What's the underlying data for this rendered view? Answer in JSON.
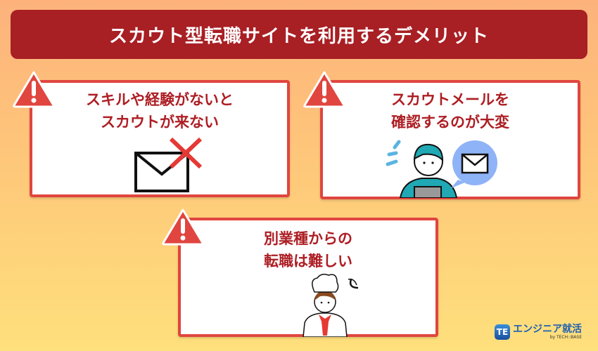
{
  "header": {
    "title": "スカウト型転職サイトを利用するデメリット"
  },
  "cards": [
    {
      "line1": "スキルや経験がないと",
      "line2": "スカウトが来ない",
      "icon": "envelope-cross-icon"
    },
    {
      "line1": "スカウトメールを",
      "line2": "確認するのが大変",
      "icon": "person-laptop-mail-icon"
    },
    {
      "line1": "別業種からの",
      "line2": "転職は難しい",
      "icon": "chef-icon"
    }
  ],
  "logo": {
    "name": "エンジニア就活",
    "sub": "by TECH::BASE",
    "mark": "TE"
  },
  "colors": {
    "header": "#a81f24",
    "border": "#e0453f",
    "text": "#ad1e24"
  }
}
